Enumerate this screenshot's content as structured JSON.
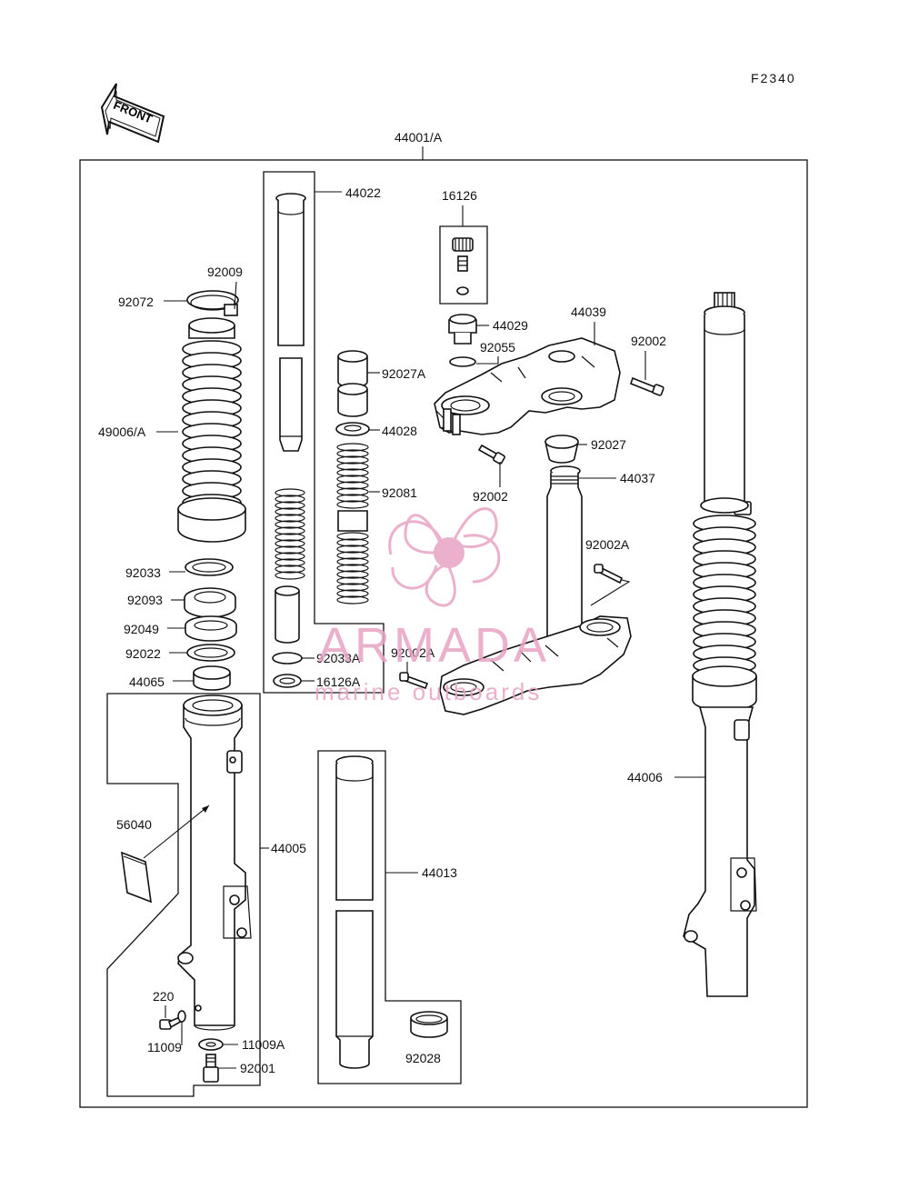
{
  "page_code": "F2340",
  "front_badge": "FRONT",
  "assembly_label": "44001/A",
  "parts": {
    "p44022": "44022",
    "p92009": "92009",
    "p92072": "92072",
    "p49006A": "49006/A",
    "p92027A": "92027A",
    "p44028": "44028",
    "p92081": "92081",
    "p92033": "92033",
    "p92093": "92093",
    "p92049": "92049",
    "p92022": "92022",
    "p92033A": "92033A",
    "p16126A": "16126A",
    "p44065": "44065",
    "p16126": "16126",
    "p44029": "44029",
    "p92055": "92055",
    "p44039": "44039",
    "p92002_top": "92002",
    "p92002_mid": "92002",
    "p92027": "92027",
    "p44037": "44037",
    "p92002A_right": "92002A",
    "p92002A_left": "92002A",
    "p44006": "44006",
    "p56040": "56040",
    "p44005": "44005",
    "p44013": "44013",
    "p220": "220",
    "p11009": "11009",
    "p11009A": "11009A",
    "p92001": "92001",
    "p92028": "92028"
  },
  "watermark": {
    "name": "ARMADA",
    "tagline": "marine outboards",
    "color": "#e8a3c4"
  }
}
